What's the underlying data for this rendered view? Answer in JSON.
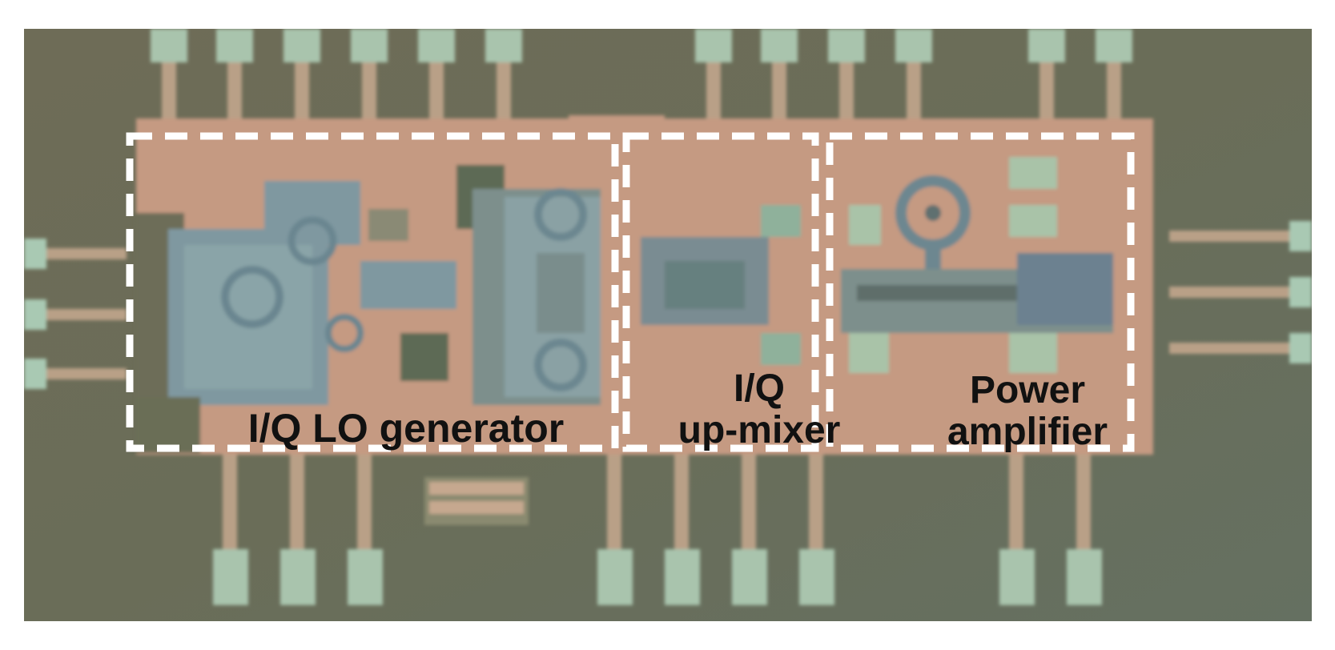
{
  "blocks": [
    {
      "id": "lo",
      "label": "I/Q LO generator"
    },
    {
      "id": "mixer",
      "label": "I/Q\nup-mixer"
    },
    {
      "id": "pa",
      "label": "Power\namplifier"
    }
  ],
  "colors": {
    "substrate": "#6b6e57",
    "metal_copper": "#c99a82",
    "metal_blue": "#7f98a0",
    "pad": "#a9c9b3",
    "dashed_border": "#ffffff"
  }
}
